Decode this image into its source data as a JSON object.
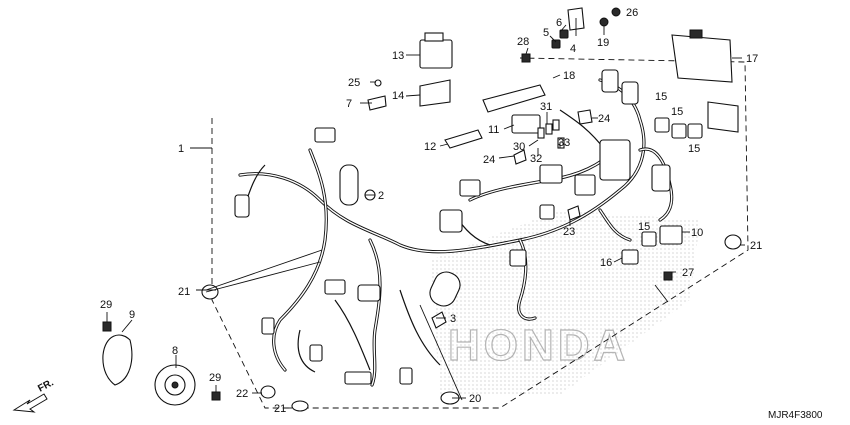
{
  "diagram": {
    "callouts": [
      {
        "label": "1"
      },
      {
        "label": "2"
      },
      {
        "label": "3"
      },
      {
        "label": "4"
      },
      {
        "label": "5"
      },
      {
        "label": "6"
      },
      {
        "label": "7"
      },
      {
        "label": "8"
      },
      {
        "label": "9"
      },
      {
        "label": "10"
      },
      {
        "label": "11"
      },
      {
        "label": "12"
      },
      {
        "label": "13"
      },
      {
        "label": "14"
      },
      {
        "label": "15"
      },
      {
        "label": "15"
      },
      {
        "label": "15"
      },
      {
        "label": "15"
      },
      {
        "label": "16"
      },
      {
        "label": "17"
      },
      {
        "label": "18"
      },
      {
        "label": "19"
      },
      {
        "label": "20"
      },
      {
        "label": "21"
      },
      {
        "label": "21"
      },
      {
        "label": "21"
      },
      {
        "label": "22"
      },
      {
        "label": "23"
      },
      {
        "label": "24"
      },
      {
        "label": "24"
      },
      {
        "label": "25"
      },
      {
        "label": "26"
      },
      {
        "label": "27"
      },
      {
        "label": "28"
      },
      {
        "label": "29"
      },
      {
        "label": "29"
      },
      {
        "label": "30"
      },
      {
        "label": "31"
      },
      {
        "label": "32"
      },
      {
        "label": "33"
      }
    ],
    "watermark": "HONDA",
    "direction_label": "FR.",
    "drawing_code": "MJR4F3800"
  }
}
